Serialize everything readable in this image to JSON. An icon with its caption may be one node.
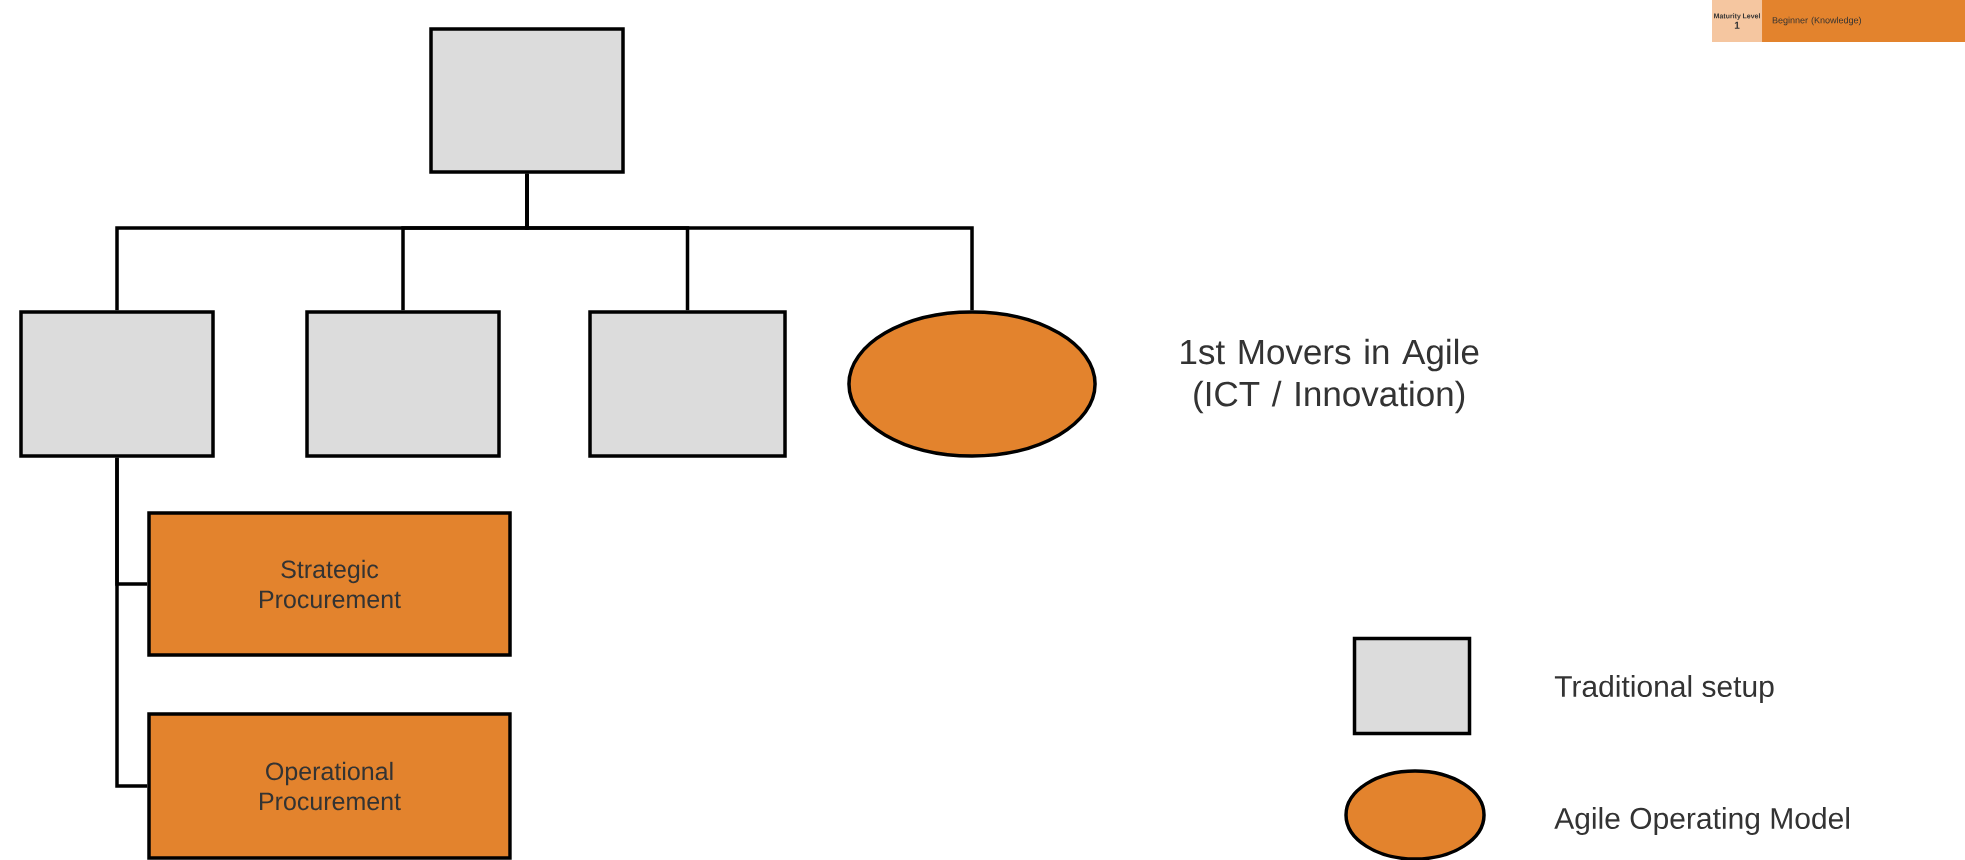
{
  "diagram": {
    "nodes": [
      {
        "text": [],
        "shape": "box"
      },
      {
        "text": [],
        "shape": "box"
      },
      {
        "text": [],
        "shape": "box"
      },
      {
        "text": [],
        "shape": "box"
      },
      {
        "text": [],
        "shape": "circle",
        "beside": [
          "1st Movers in Agile (ICT / Innovation)"
        ]
      },
      {
        "text": [
          "Strategic Procurement"
        ]
      },
      {
        "text": [
          "Operational Procurement"
        ]
      },
      {
        "text": [
          "Maturity Level",
          "1"
        ]
      },
      {
        "text": [
          "Beginner (Knowledge)"
        ]
      }
    ],
    "edges": [
      {
        "from": 0,
        "to": 1,
        "arrow": "none"
      },
      {
        "from": 0,
        "to": 2,
        "arrow": "none"
      },
      {
        "from": 0,
        "to": 3,
        "arrow": "none"
      },
      {
        "from": 0,
        "to": 4,
        "arrow": "none"
      },
      {
        "from": 1,
        "to": 5,
        "arrow": "none"
      },
      {
        "from": 1,
        "to": 6,
        "arrow": "none"
      }
    ],
    "legend": [
      {
        "text": "Traditional setup",
        "color": "#dcdcdc"
      },
      {
        "text": "Agile Operating Model",
        "color": "#e3832d"
      }
    ]
  }
}
